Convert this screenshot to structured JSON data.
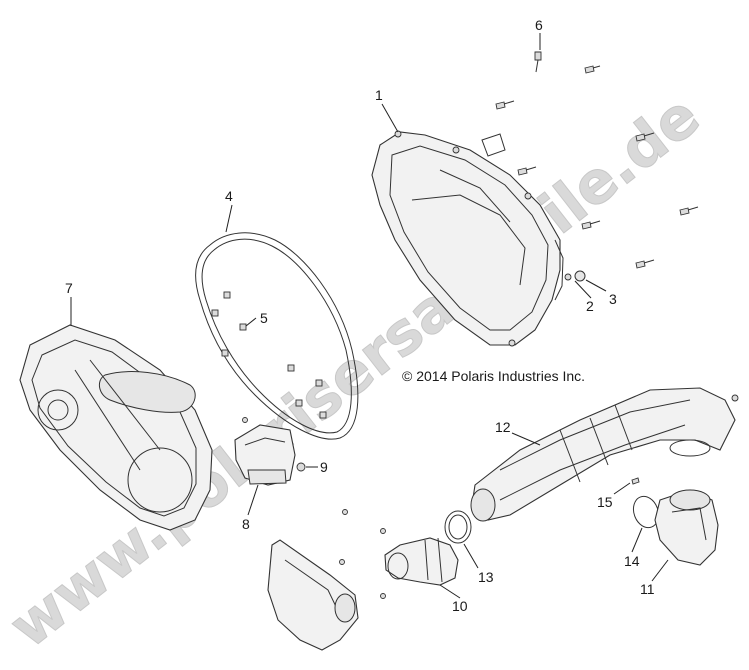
{
  "diagram": {
    "watermark": "www.polarisersatzteile.de",
    "copyright": "© 2014 Polaris Industries Inc.",
    "callouts": [
      "1",
      "2",
      "3",
      "4",
      "5",
      "6",
      "7",
      "8",
      "9",
      "10",
      "11",
      "12",
      "13",
      "14",
      "15"
    ]
  }
}
